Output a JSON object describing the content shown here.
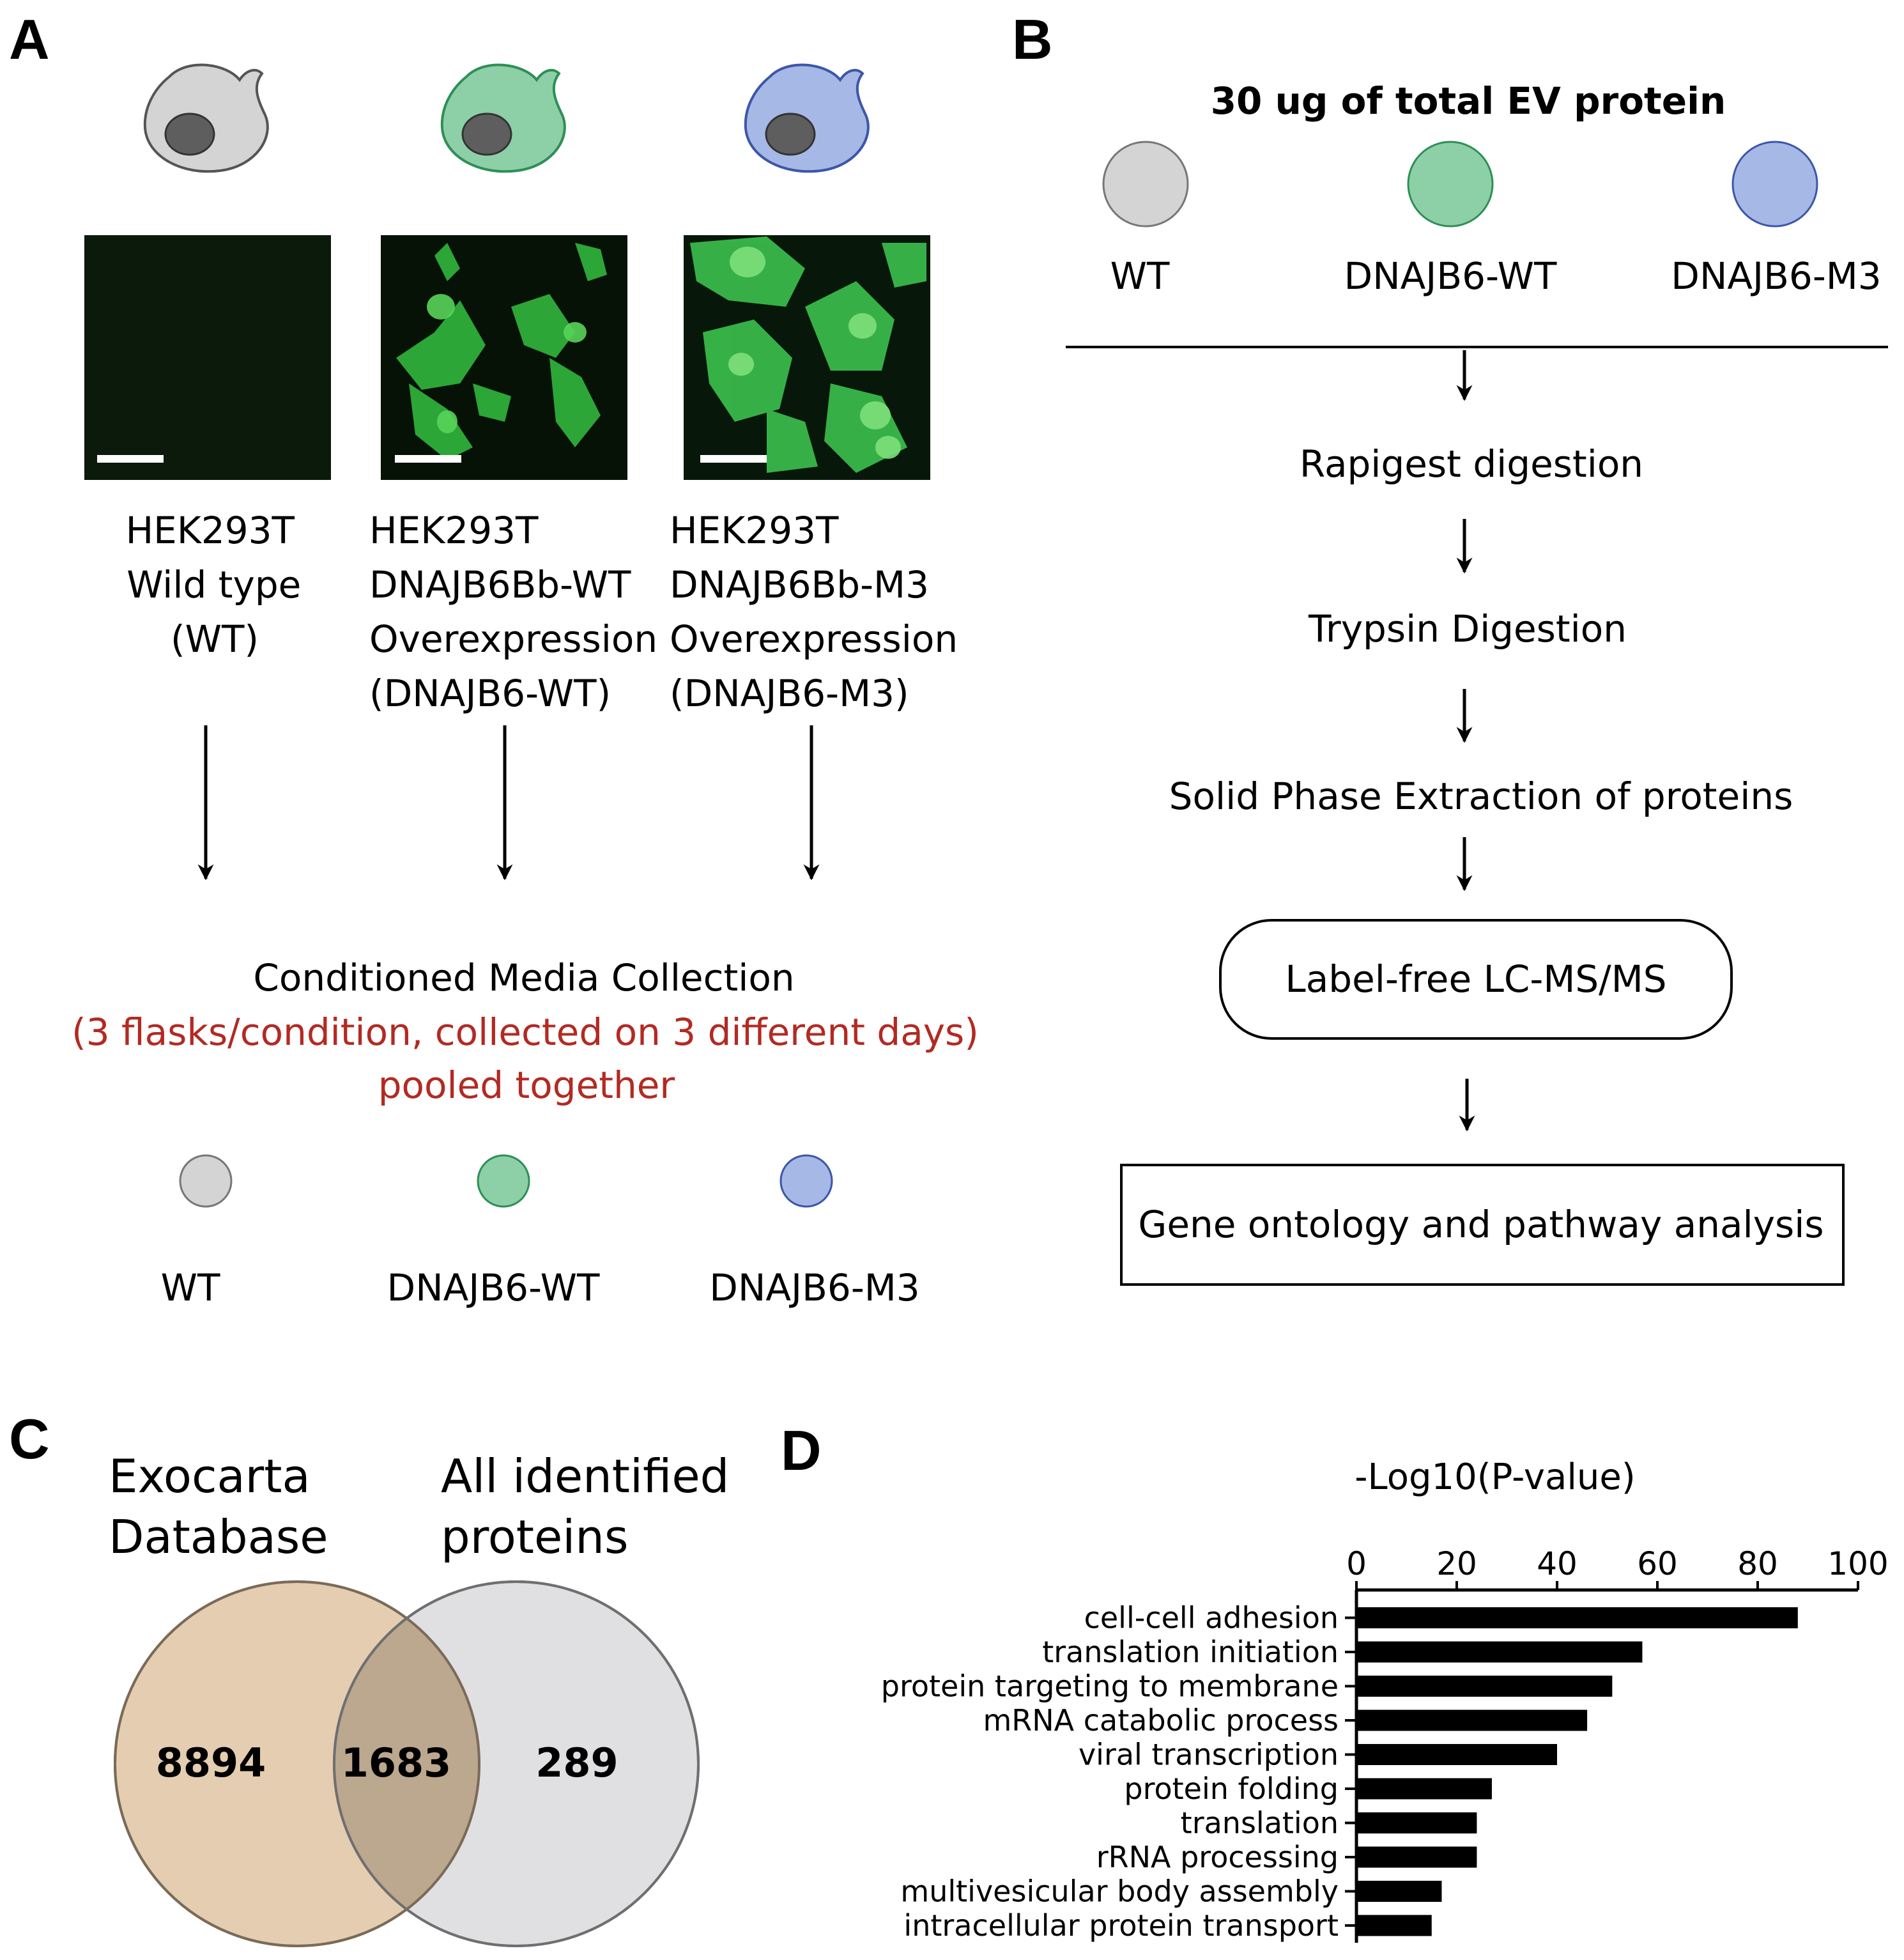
{
  "panels": {
    "A": {
      "letter": "A",
      "cells": [
        {
          "color": "#d4d4d4",
          "stroke": "#555555",
          "image": "dark"
        },
        {
          "color": "#8dd0a7",
          "stroke": "#2e8f56",
          "image": "green-sparse"
        },
        {
          "color": "#a6b8e6",
          "stroke": "#3d56a8",
          "image": "green-dense"
        }
      ],
      "captions": [
        [
          "HEK293T",
          "Wild type",
          "(WT)"
        ],
        [
          "HEK293T",
          "DNAJB6Bb-WT",
          "Overexpression",
          "(DNAJB6-WT)"
        ],
        [
          "HEK293T",
          "DNAJB6Bb-M3",
          "Overexpression",
          "(DNAJB6-M3)"
        ]
      ],
      "collection_title": "Conditioned Media Collection",
      "collection_note_1": "(3 flasks/condition, collected on 3 different days)",
      "collection_note_2": "pooled together",
      "samples": [
        "WT",
        "DNAJB6-WT",
        "DNAJB6-M3"
      ]
    },
    "B": {
      "letter": "B",
      "title": "30 ug of total EV protein",
      "samples": [
        "WT",
        "DNAJB6-WT",
        "DNAJB6-M3"
      ],
      "steps": [
        "Rapigest digestion",
        "Trypsin Digestion",
        "Solid Phase Extraction of proteins",
        "Label-free LC-MS/MS",
        "Gene ontology and pathway analysis"
      ]
    },
    "C": {
      "letter": "C",
      "left_title": [
        "Exocarta",
        "Database"
      ],
      "right_title": [
        "All identified",
        "proteins"
      ],
      "left_only": "8894",
      "overlap": "1683",
      "right_only": "289",
      "left_color": "#e4cdb1",
      "right_color": "#cfd0d2"
    },
    "D": {
      "letter": "D"
    }
  },
  "chart_data": {
    "type": "bar",
    "orientation": "horizontal",
    "title": "-Log10(P-value)",
    "xlim": [
      0,
      100
    ],
    "ticks": [
      0,
      20,
      40,
      60,
      80,
      100
    ],
    "categories": [
      "cell-cell adhesion",
      "translation initiation",
      "protein targeting to membrane",
      "mRNA catabolic process",
      "viral transcription",
      "protein folding",
      "translation",
      "rRNA processing",
      "multivesicular body assembly",
      "intracellular protein transport"
    ],
    "values": [
      88,
      57,
      51,
      46,
      40,
      27,
      24,
      24,
      17,
      15
    ],
    "bar_color": "#000000"
  }
}
